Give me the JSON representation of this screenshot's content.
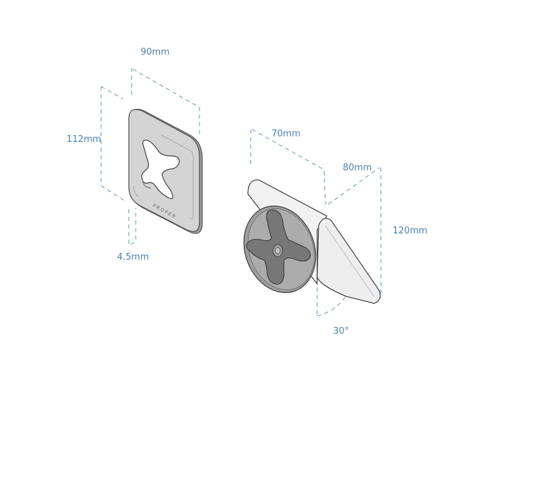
{
  "diagram": {
    "type": "product-dimension-drawing",
    "accent_color": "#4a82b3",
    "plate": {
      "brand_text": "PROPER",
      "dimensions": {
        "width": "90mm",
        "height": "112mm",
        "thickness": "4.5mm"
      }
    },
    "mount": {
      "dimensions": {
        "width": "70mm",
        "depth": "80mm",
        "height": "120mm",
        "angle": "30°"
      }
    }
  }
}
